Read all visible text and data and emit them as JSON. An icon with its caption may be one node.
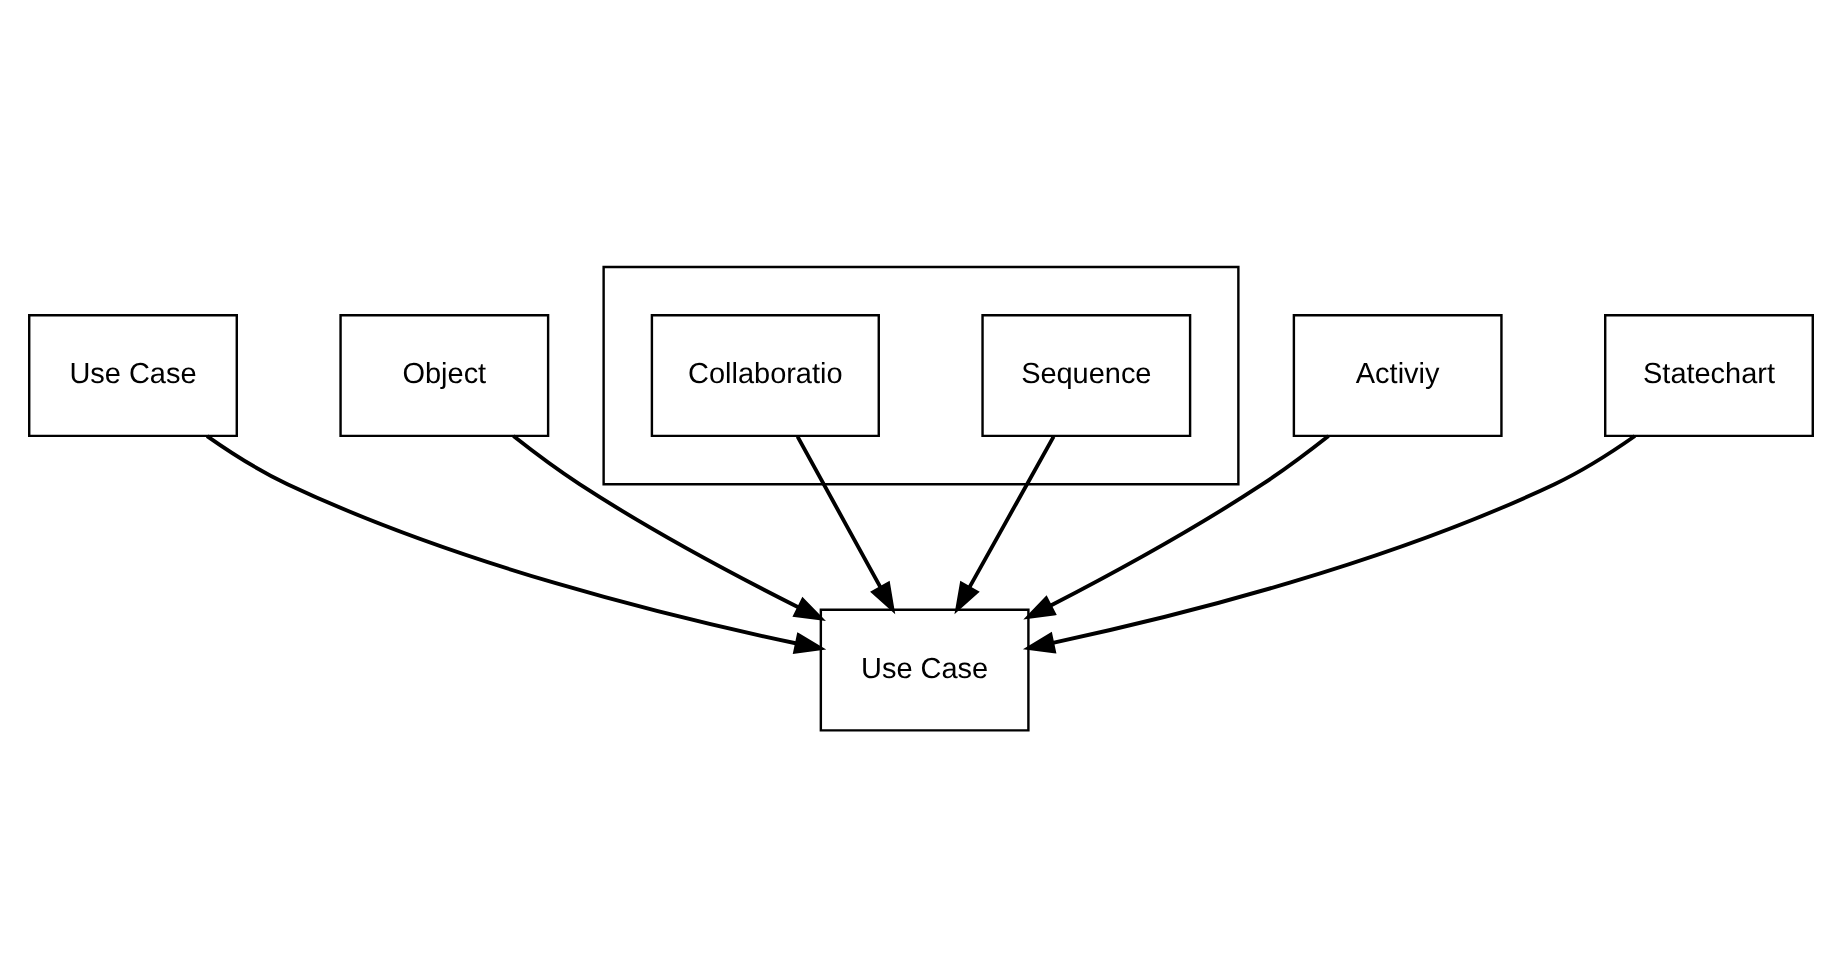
{
  "diagram": {
    "nodes": [
      {
        "text": [
          "Use Case"
        ]
      },
      {
        "text": [
          "Object"
        ]
      },
      {
        "text": [],
        "shape": "box"
      },
      {
        "text": [
          "Sequence"
        ],
        "in": 2
      },
      {
        "text": [
          "Collaboratio"
        ],
        "in": 2
      },
      {
        "text": [
          "Use Case"
        ]
      },
      {
        "text": [
          "Activiy"
        ]
      },
      {
        "text": [
          "Statechart"
        ]
      }
    ],
    "edges": [
      {
        "from": 0,
        "to": 5,
        "arrow": "to"
      },
      {
        "from": 1,
        "to": 5,
        "arrow": "to"
      },
      {
        "from": 3,
        "to": 5,
        "arrow": "to"
      },
      {
        "from": 4,
        "to": 5,
        "arrow": "to"
      },
      {
        "from": 6,
        "to": 5,
        "arrow": "to"
      },
      {
        "from": 7,
        "to": 5,
        "arrow": "to"
      }
    ]
  }
}
